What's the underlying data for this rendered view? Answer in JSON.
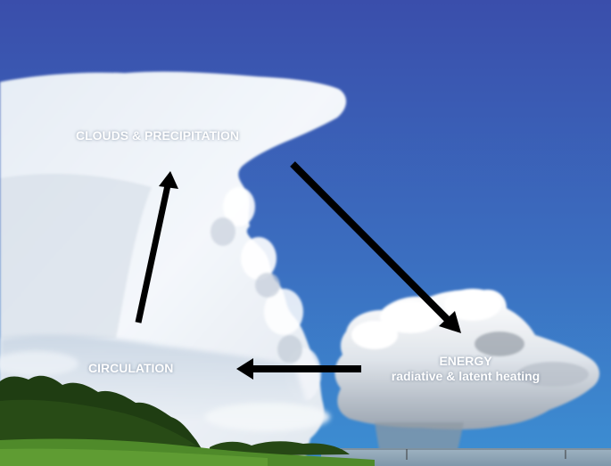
{
  "labels": {
    "clouds": "CLOUDS & PRECIPITATION",
    "circulation": "CIRCULATION",
    "energy_title": "ENERGY",
    "energy_subtitle": "radiative & latent heating"
  },
  "colors": {
    "sky_top": "#3a4fae",
    "sky_bottom": "#3a8ad0",
    "cloud_white": "#ffffff",
    "cloud_shadow": "#aab4c2",
    "grass": "#4f8a2a",
    "trees": "#1f3f14",
    "water": "#8ea6b8",
    "arrow": "#000000",
    "label_text": "#ffffff"
  },
  "arrows": [
    {
      "name": "circulation-to-clouds"
    },
    {
      "name": "clouds-to-energy"
    },
    {
      "name": "energy-to-circulation"
    }
  ]
}
